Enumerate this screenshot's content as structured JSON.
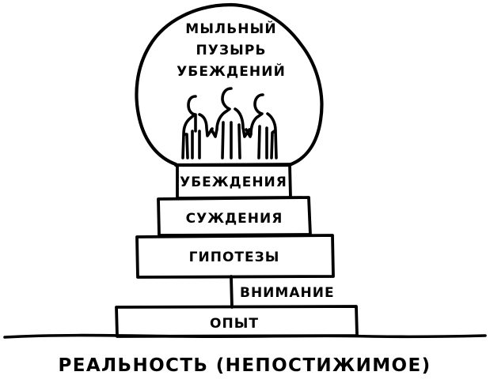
{
  "diagram": {
    "title_lines": [
      "МЫЛЬНЫЙ",
      "ПУЗЫРЬ",
      "УБЕЖДЕНИЙ"
    ],
    "bubble_label": "МЫЛЬНЫЙ ПУЗЫРЬ УБЕЖДЕНИЙ",
    "caption": "РЕАЛЬНОСТЬ (НЕПОСТИЖИМОЕ)",
    "ink_color": "#000000",
    "background_color": "#ffffff",
    "figure_count": 3,
    "steps": [
      {
        "label": "УБЕЖДЕНИЯ",
        "level": 1
      },
      {
        "label": "СУЖДЕНИЯ",
        "level": 2
      },
      {
        "label": "ГИПОТЕЗЫ",
        "level": 3
      },
      {
        "label": "ВНИМАНИЕ",
        "level": 4
      },
      {
        "label": "ОПЫТ",
        "level": 5
      }
    ]
  }
}
